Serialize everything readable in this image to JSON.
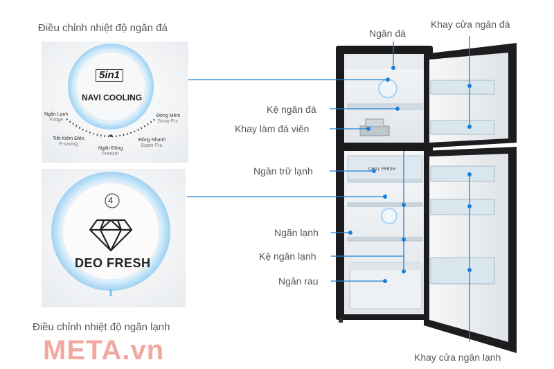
{
  "captions": {
    "freezer_control": "Điều chỉnh nhiệt độ ngăn đá",
    "fridge_control": "Điều chỉnh nhiệt độ ngăn lạnh"
  },
  "freezer_dial": {
    "logo_text": "5in1",
    "name": "NAVI COOLING",
    "settings": [
      {
        "label": "Ngăn Lạnh",
        "sub": "Fridge"
      },
      {
        "label": "Tiết Kiệm Điện",
        "sub": "E-saving"
      },
      {
        "label": "Ngăn Đông",
        "sub": "Freezer"
      },
      {
        "label": "Đông Nhanh",
        "sub": "Super Frz."
      },
      {
        "label": "Đông Mềm",
        "sub": "Snow Frz."
      }
    ]
  },
  "fridge_dial": {
    "level": "4",
    "name": "DEO FRESH"
  },
  "fridge": {
    "chill_fresh_label": "CHILL FRESH"
  },
  "callouts": {
    "ngan_da": "Ngăn đá",
    "khay_cua_ngan_da": "Khay cửa ngăn đá",
    "ke_ngan_da": "Kệ ngăn đá",
    "khay_lam_da": "Khay làm đá viên",
    "ngan_tru_lanh": "Ngăn trữ lạnh",
    "ngan_lanh": "Ngăn lạnh",
    "ke_ngan_lanh": "Kệ ngăn lạnh",
    "ngan_rau": "Ngăn rau",
    "khay_cua_ngan_lanh": "Khay cửa ngăn lạnh"
  },
  "brand": "META.vn",
  "colors": {
    "leader_line": "#1c7fd8",
    "dial_ring": "#c9e6fb",
    "fridge_body": "#1b1b1d",
    "brand": "#f0a8a0"
  }
}
